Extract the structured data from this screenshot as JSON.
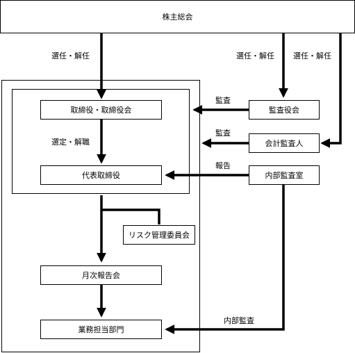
{
  "boxes": {
    "shareholders_meeting": "株主総会",
    "directors": "取締役・取締役会",
    "representative_director": "代表取締役",
    "risk_committee": "リスク管理委員会",
    "monthly_report_meeting": "月次報告会",
    "business_departments": "業務担当部門",
    "audit_board": "監査役会",
    "accounting_auditor": "会計監査人",
    "internal_audit_office": "内部監査室"
  },
  "labels": {
    "appoint_dismiss_left": "選任・解任",
    "appoint_dismiss_mid": "選任・解任",
    "appoint_dismiss_right": "選任・解任",
    "audit_1": "監査",
    "audit_2": "監査",
    "select_dismiss": "選定・解職",
    "report": "報告",
    "internal_audit": "内部監査"
  }
}
